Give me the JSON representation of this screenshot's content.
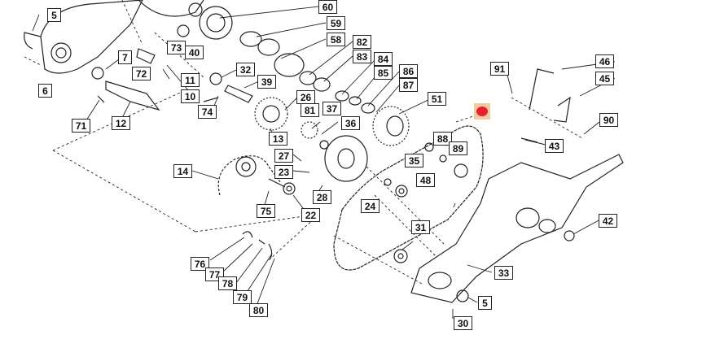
{
  "diagram": {
    "highlight_color": "#e8202a",
    "highlight_bg": "#f3c9a0",
    "callouts": {
      "c60": "60",
      "c59": "59",
      "c58": "58",
      "c82": "82",
      "c83": "83",
      "c84": "84",
      "c85": "85",
      "c86": "86",
      "c87": "87",
      "c51": "51",
      "c5a": "5",
      "c6": "6",
      "c73": "73",
      "c40": "40",
      "c7": "7",
      "c72": "72",
      "c32": "32",
      "c11": "11",
      "c10": "10",
      "c39": "39",
      "c74": "74",
      "c71": "71",
      "c12": "12",
      "c26": "26",
      "c81": "81",
      "c37": "37",
      "c36": "36",
      "c13": "13",
      "c27": "27",
      "c23": "23",
      "c14": "14",
      "c75": "75",
      "c22": "22",
      "c28": "28",
      "c35": "35",
      "c88": "88",
      "c89": "89",
      "c48": "48",
      "c24": "24",
      "c91": "91",
      "c46": "46",
      "c45": "45",
      "c90": "90",
      "c43": "43",
      "c42": "42",
      "c31": "31",
      "c33": "33",
      "c5b": "5",
      "c30": "30",
      "c76": "76",
      "c77": "77",
      "c78": "78",
      "c79": "79",
      "c80": "80"
    }
  }
}
